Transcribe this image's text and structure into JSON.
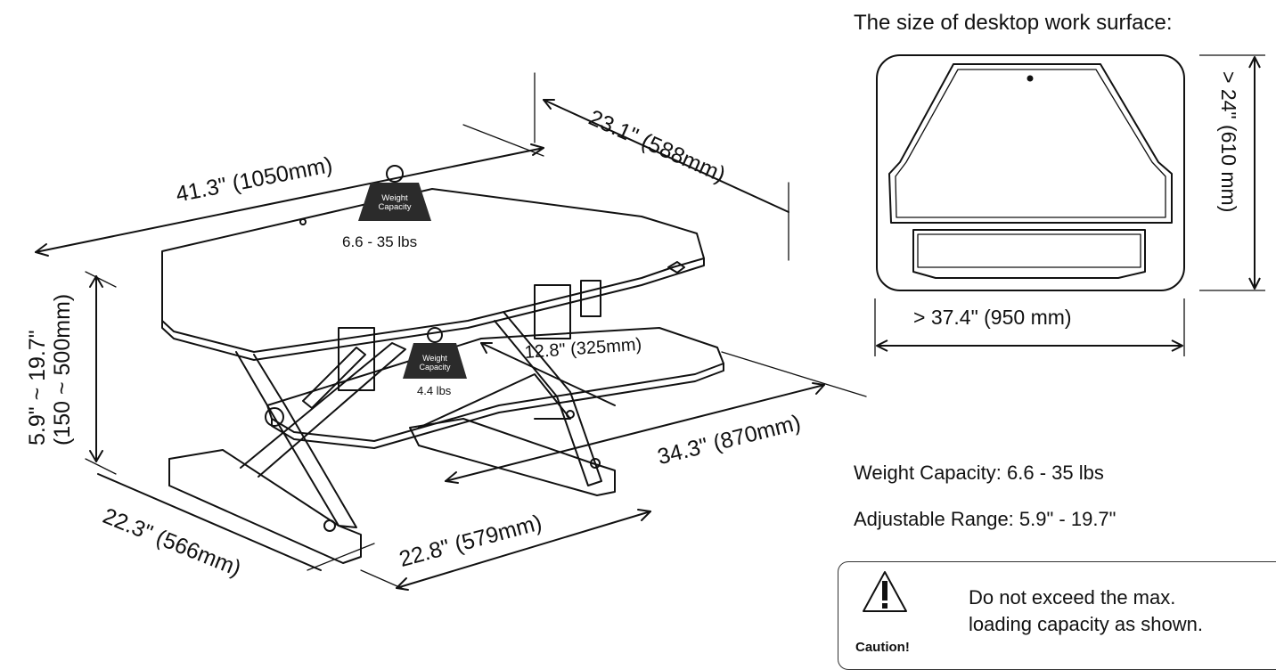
{
  "surface_title": "The size of desktop work surface:",
  "surface_width": "> 37.4\" (950 mm)",
  "surface_depth": "> 24\" (610 mm)",
  "dims": {
    "length": "41.3\" (1050mm)",
    "depth_top": "23.1\" (588mm)",
    "height_range_in": "5.9\" ~ 19.7\"",
    "height_range_mm": "(150 ~ 500mm)",
    "base_depth": "22.3\" (566mm)",
    "base_width": "22.8\" (579mm)",
    "keyboard_width": "34.3\" (870mm)",
    "keyboard_depth": "12.8\" (325mm)"
  },
  "weights": {
    "top_label_line1": "Weight",
    "top_label_line2": "Capacity",
    "top_value": "6.6 - 35 lbs",
    "kb_label_line1": "Weight",
    "kb_label_line2": "Capacity",
    "kb_value": "4.4 lbs"
  },
  "specs": {
    "weight_capacity": "Weight Capacity: 6.6 - 35 lbs",
    "adjustable_range": "Adjustable Range: 5.9\"  - 19.7\""
  },
  "caution": {
    "label": "Caution!",
    "line1": "Do not exceed the max.",
    "line2": "loading capacity as shown."
  }
}
